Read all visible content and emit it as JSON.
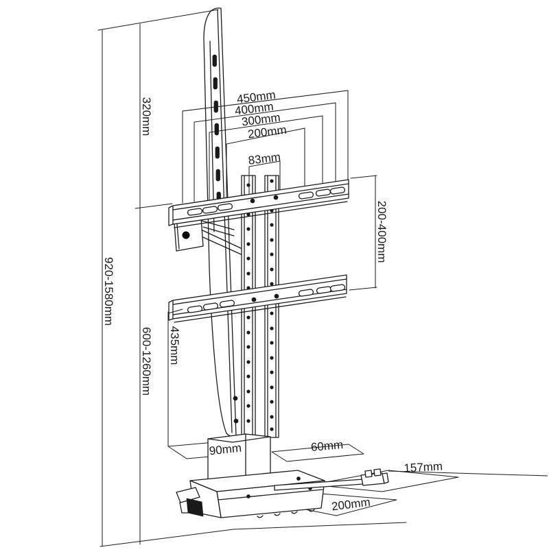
{
  "diagram": {
    "background_color": "#ffffff",
    "line_color": "#1a1a1a",
    "dimensions": {
      "vesa_width_450": "450mm",
      "vesa_width_400": "400mm",
      "vesa_width_300": "300mm",
      "vesa_width_200": "200mm",
      "slot_pitch_83": "83mm",
      "top_offset_320": "320mm",
      "overall_height_920_1580": "920-1580mm",
      "column_height_600_1260": "600-1260mm",
      "bracket_height_435": "435mm",
      "vesa_height_200_400": "200-400mm",
      "column_depth_90": "90mm",
      "gap_depth_60": "60mm",
      "slide_length_157": "157mm",
      "base_depth_200": "200mm"
    }
  }
}
